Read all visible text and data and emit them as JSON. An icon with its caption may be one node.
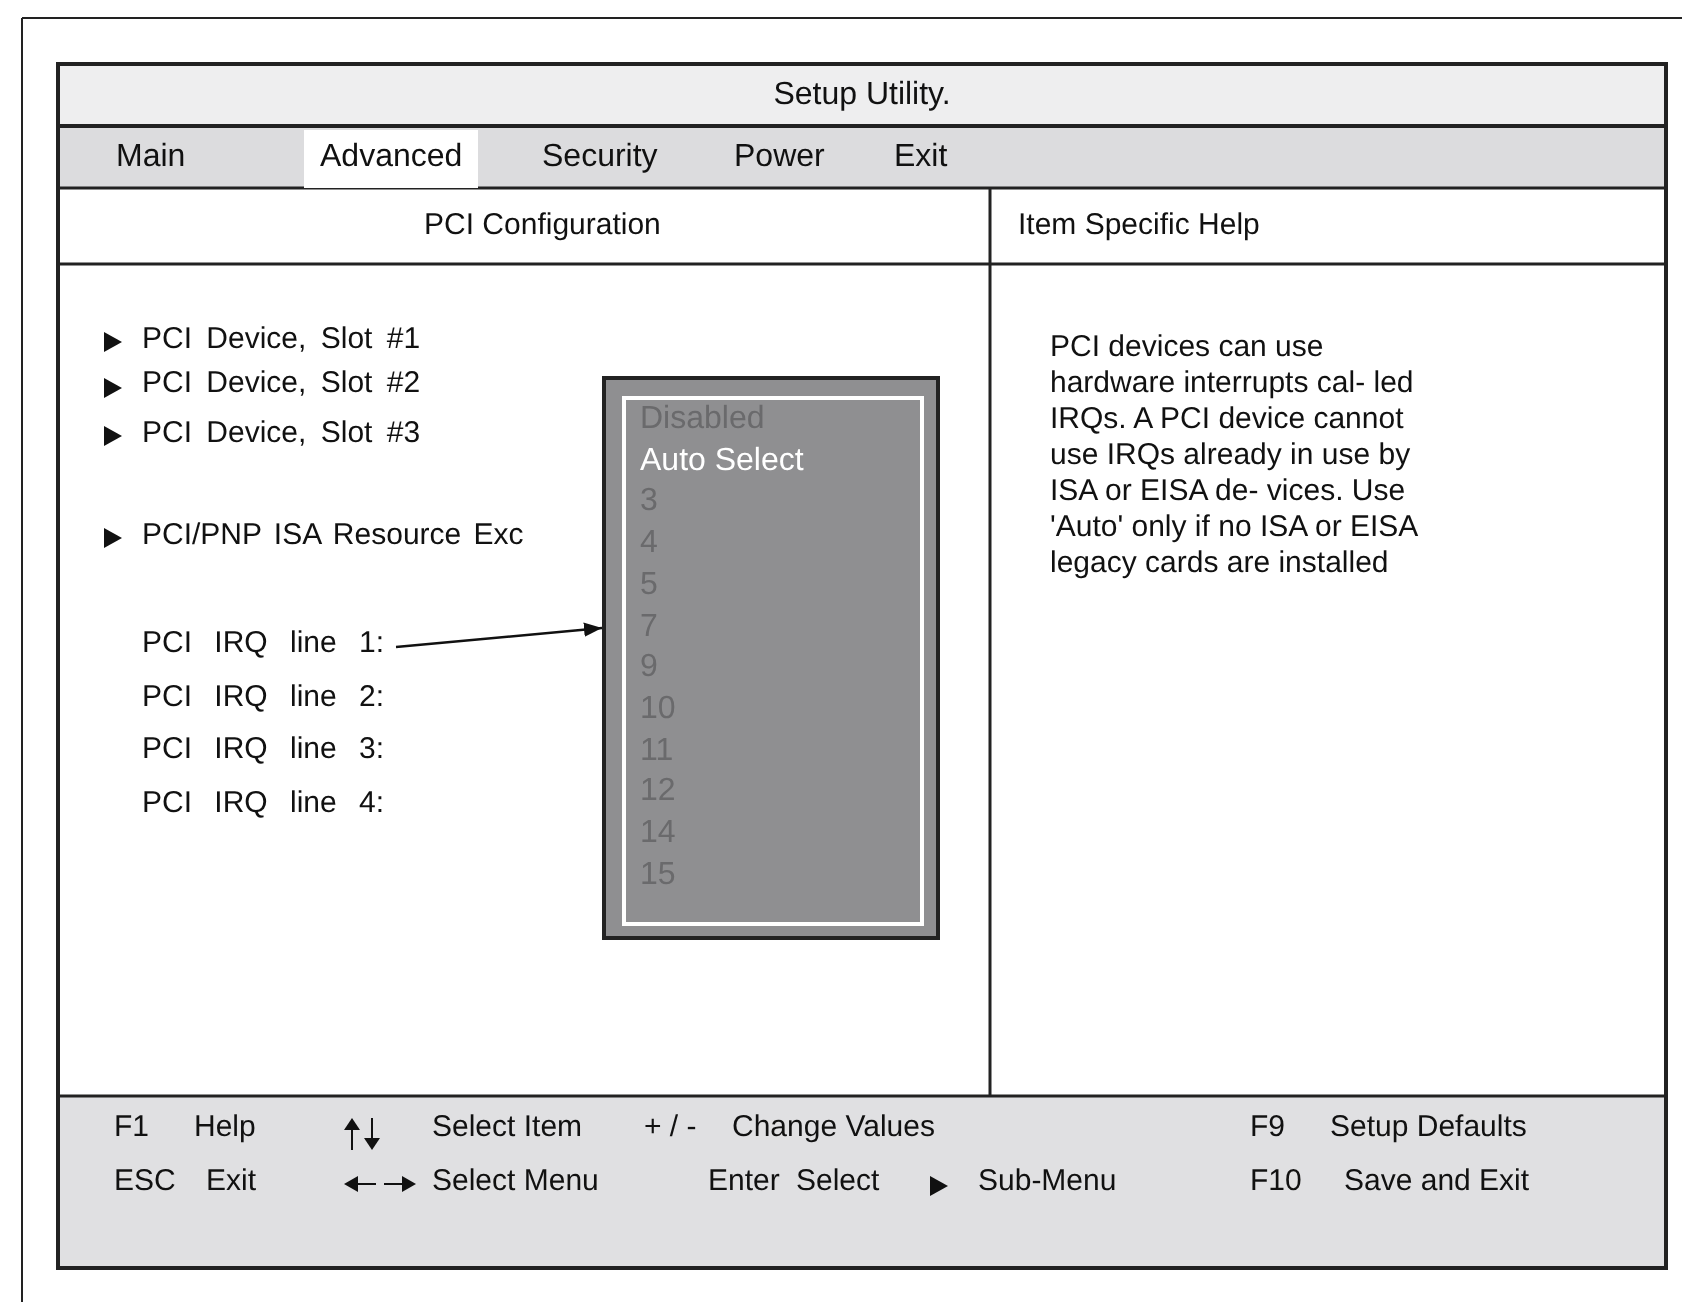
{
  "diagram": {
    "nodes": [
      {
        "text": [
          "PCI IRQ line 1:"
        ]
      },
      {
        "text": [
          "Disabled",
          "Auto Select",
          "3",
          "4",
          "5",
          "7",
          "9",
          "10",
          "11",
          "12",
          "14",
          "15"
        ]
      }
    ],
    "edges": [
      {
        "from": 0,
        "to": 1,
        "arrow": "to"
      }
    ],
    "labels": [
      "Setup Utility.",
      "Main",
      "Advanced",
      "Security",
      "Power",
      "Exit",
      "PCI Configuration",
      "Item Specific Help",
      "PCI Device, Slot #1",
      "PCI Device, Slot #2",
      "PCI Device, Slot #3",
      "PCI/PNP ISA Resource Exc",
      "PCI IRQ line 2:",
      "PCI IRQ line 3:",
      "PCI IRQ line 4:",
      "PCI devices can use hardware interrupts cal- led IRQs. A PCI device cannot use IRQs already in use by ISA or EISA de- vices. Use 'Auto' only if no ISA or EISA legacy cards are installed",
      "F1",
      "Help",
      "Select Item",
      "+ / -",
      "Change Values",
      "F9",
      "Setup Defaults",
      "ESC",
      "Exit",
      "Select Menu",
      "Enter",
      "Select",
      "Sub-Menu",
      "F10",
      "Save and Exit"
    ]
  }
}
